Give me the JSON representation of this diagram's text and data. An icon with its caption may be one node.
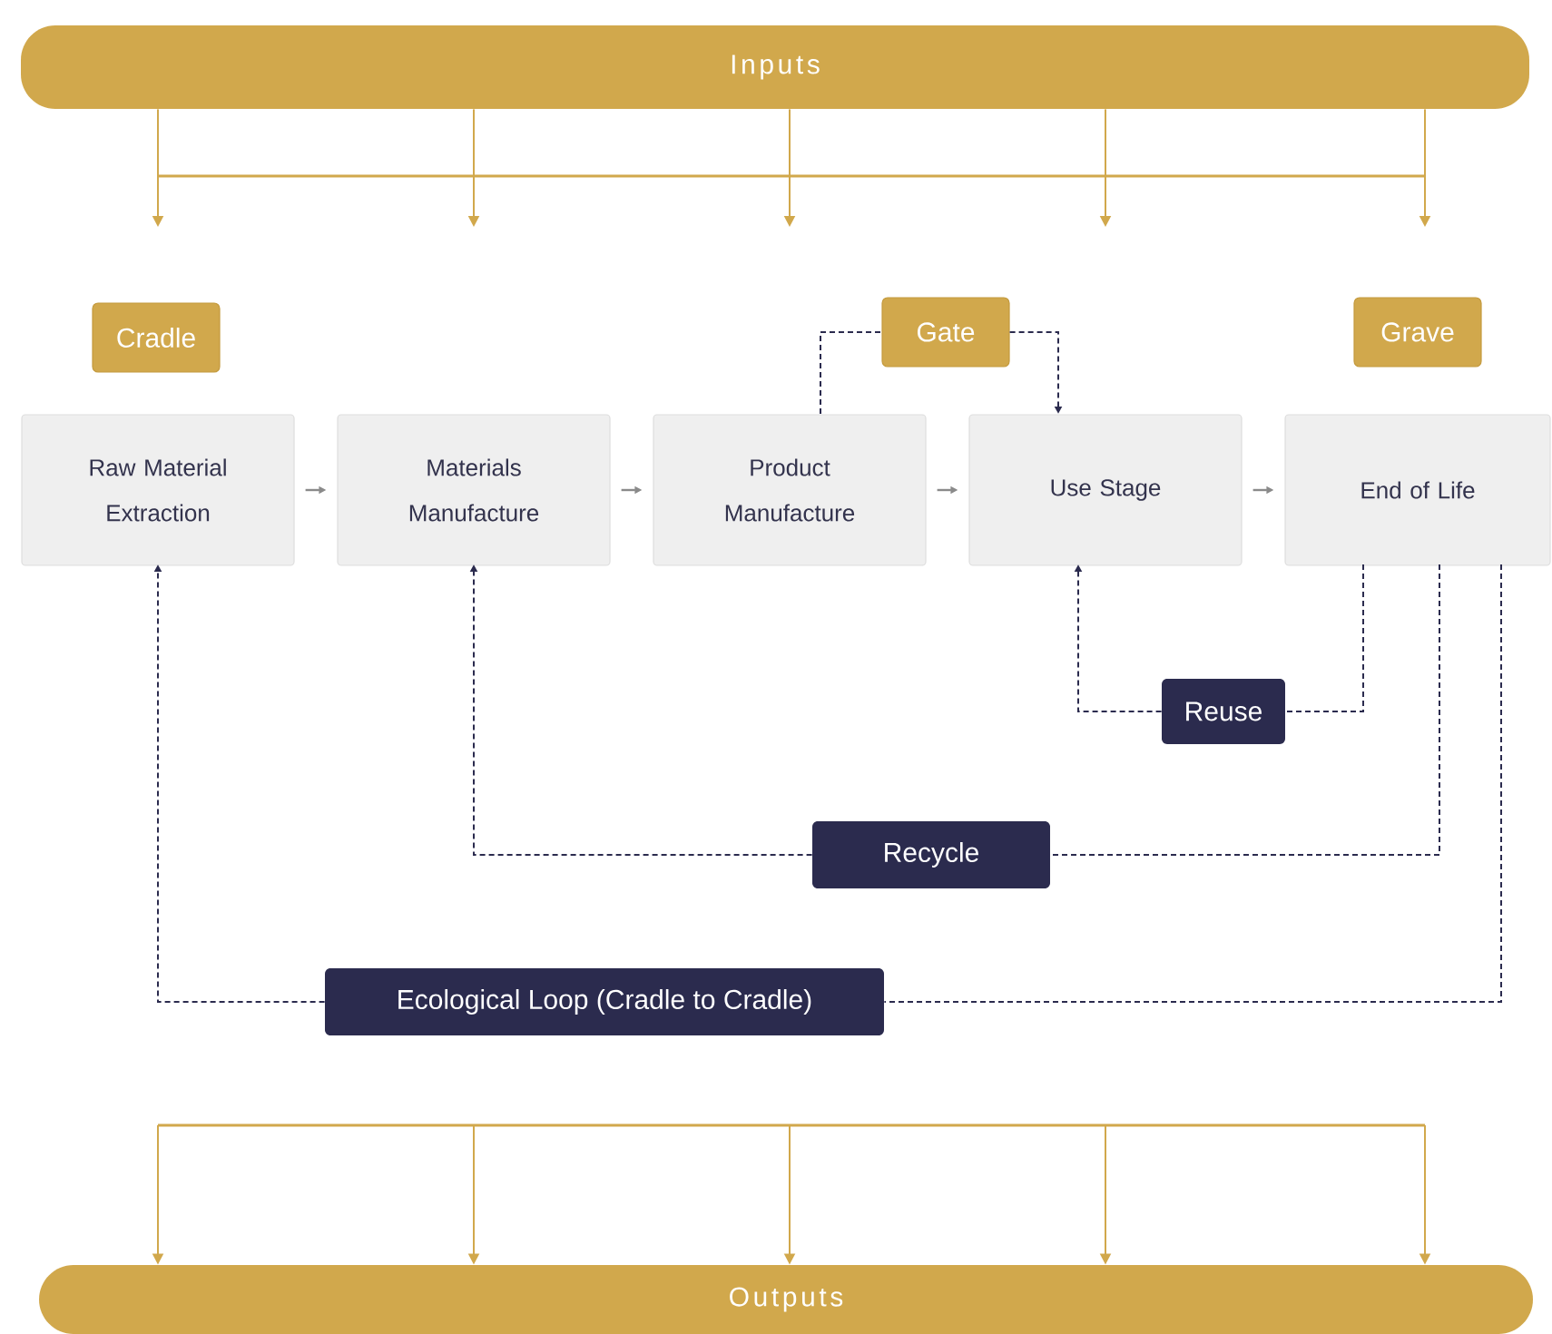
{
  "diagram": {
    "nodes": [
      {
        "text": [
          "Inputs"
        ]
      },
      {
        "text": [
          "Cradle"
        ]
      },
      {
        "text": [
          "Gate"
        ]
      },
      {
        "text": [
          "Grave"
        ]
      },
      {
        "text": [
          "Raw Material Extraction"
        ]
      },
      {
        "text": [
          "Materials Manufacture"
        ]
      },
      {
        "text": [
          "Product Manufacture"
        ]
      },
      {
        "text": [
          "Use Stage"
        ]
      },
      {
        "text": [
          "End of Life"
        ]
      },
      {
        "text": [
          "Reuse"
        ]
      },
      {
        "text": [
          "Recycle"
        ]
      },
      {
        "text": [
          "Ecological Loop (Cradle to Cradle)"
        ]
      },
      {
        "text": [
          "Outputs"
        ]
      }
    ],
    "edges": [
      {
        "from": 0,
        "to": null,
        "arrow": "to",
        "color": "#d1a84c"
      },
      {
        "from": 0,
        "to": null,
        "arrow": "to",
        "color": "#d1a84c"
      },
      {
        "from": 0,
        "to": null,
        "arrow": "to",
        "color": "#d1a84c"
      },
      {
        "from": 0,
        "to": null,
        "arrow": "to",
        "color": "#d1a84c"
      },
      {
        "from": 0,
        "to": null,
        "arrow": "to",
        "color": "#d1a84c"
      },
      {
        "from": 4,
        "to": 5,
        "arrow": "to",
        "color": "#8a8a8a"
      },
      {
        "from": 5,
        "to": 6,
        "arrow": "to",
        "color": "#8a8a8a"
      },
      {
        "from": 6,
        "to": 7,
        "arrow": "to",
        "color": "#8a8a8a"
      },
      {
        "from": 7,
        "to": 8,
        "arrow": "to",
        "color": "#8a8a8a"
      },
      {
        "from": 6,
        "to": 2,
        "arrow": "none",
        "style": "dashed",
        "color": "#2b2b4e"
      },
      {
        "from": 2,
        "to": 7,
        "arrow": "to",
        "style": "dashed",
        "color": "#2b2b4e"
      },
      {
        "from": 8,
        "to": 9,
        "arrow": "none",
        "style": "dashed",
        "color": "#2b2b4e"
      },
      {
        "from": 9,
        "to": 7,
        "arrow": "to",
        "style": "dashed",
        "color": "#2b2b4e"
      },
      {
        "from": 8,
        "to": 10,
        "arrow": "none",
        "style": "dashed",
        "color": "#2b2b4e"
      },
      {
        "from": 10,
        "to": 5,
        "arrow": "to",
        "style": "dashed",
        "color": "#2b2b4e"
      },
      {
        "from": 8,
        "to": 11,
        "arrow": "none",
        "style": "dashed",
        "color": "#2b2b4e"
      },
      {
        "from": 11,
        "to": 4,
        "arrow": "to",
        "style": "dashed",
        "color": "#2b2b4e"
      },
      {
        "from": null,
        "to": 12,
        "arrow": "to",
        "color": "#d1a84c"
      },
      {
        "from": null,
        "to": 12,
        "arrow": "to",
        "color": "#d1a84c"
      },
      {
        "from": null,
        "to": 12,
        "arrow": "to",
        "color": "#d1a84c"
      },
      {
        "from": null,
        "to": 12,
        "arrow": "to",
        "color": "#d1a84c"
      },
      {
        "from": null,
        "to": 12,
        "arrow": "to",
        "color": "#d1a84c"
      }
    ]
  }
}
